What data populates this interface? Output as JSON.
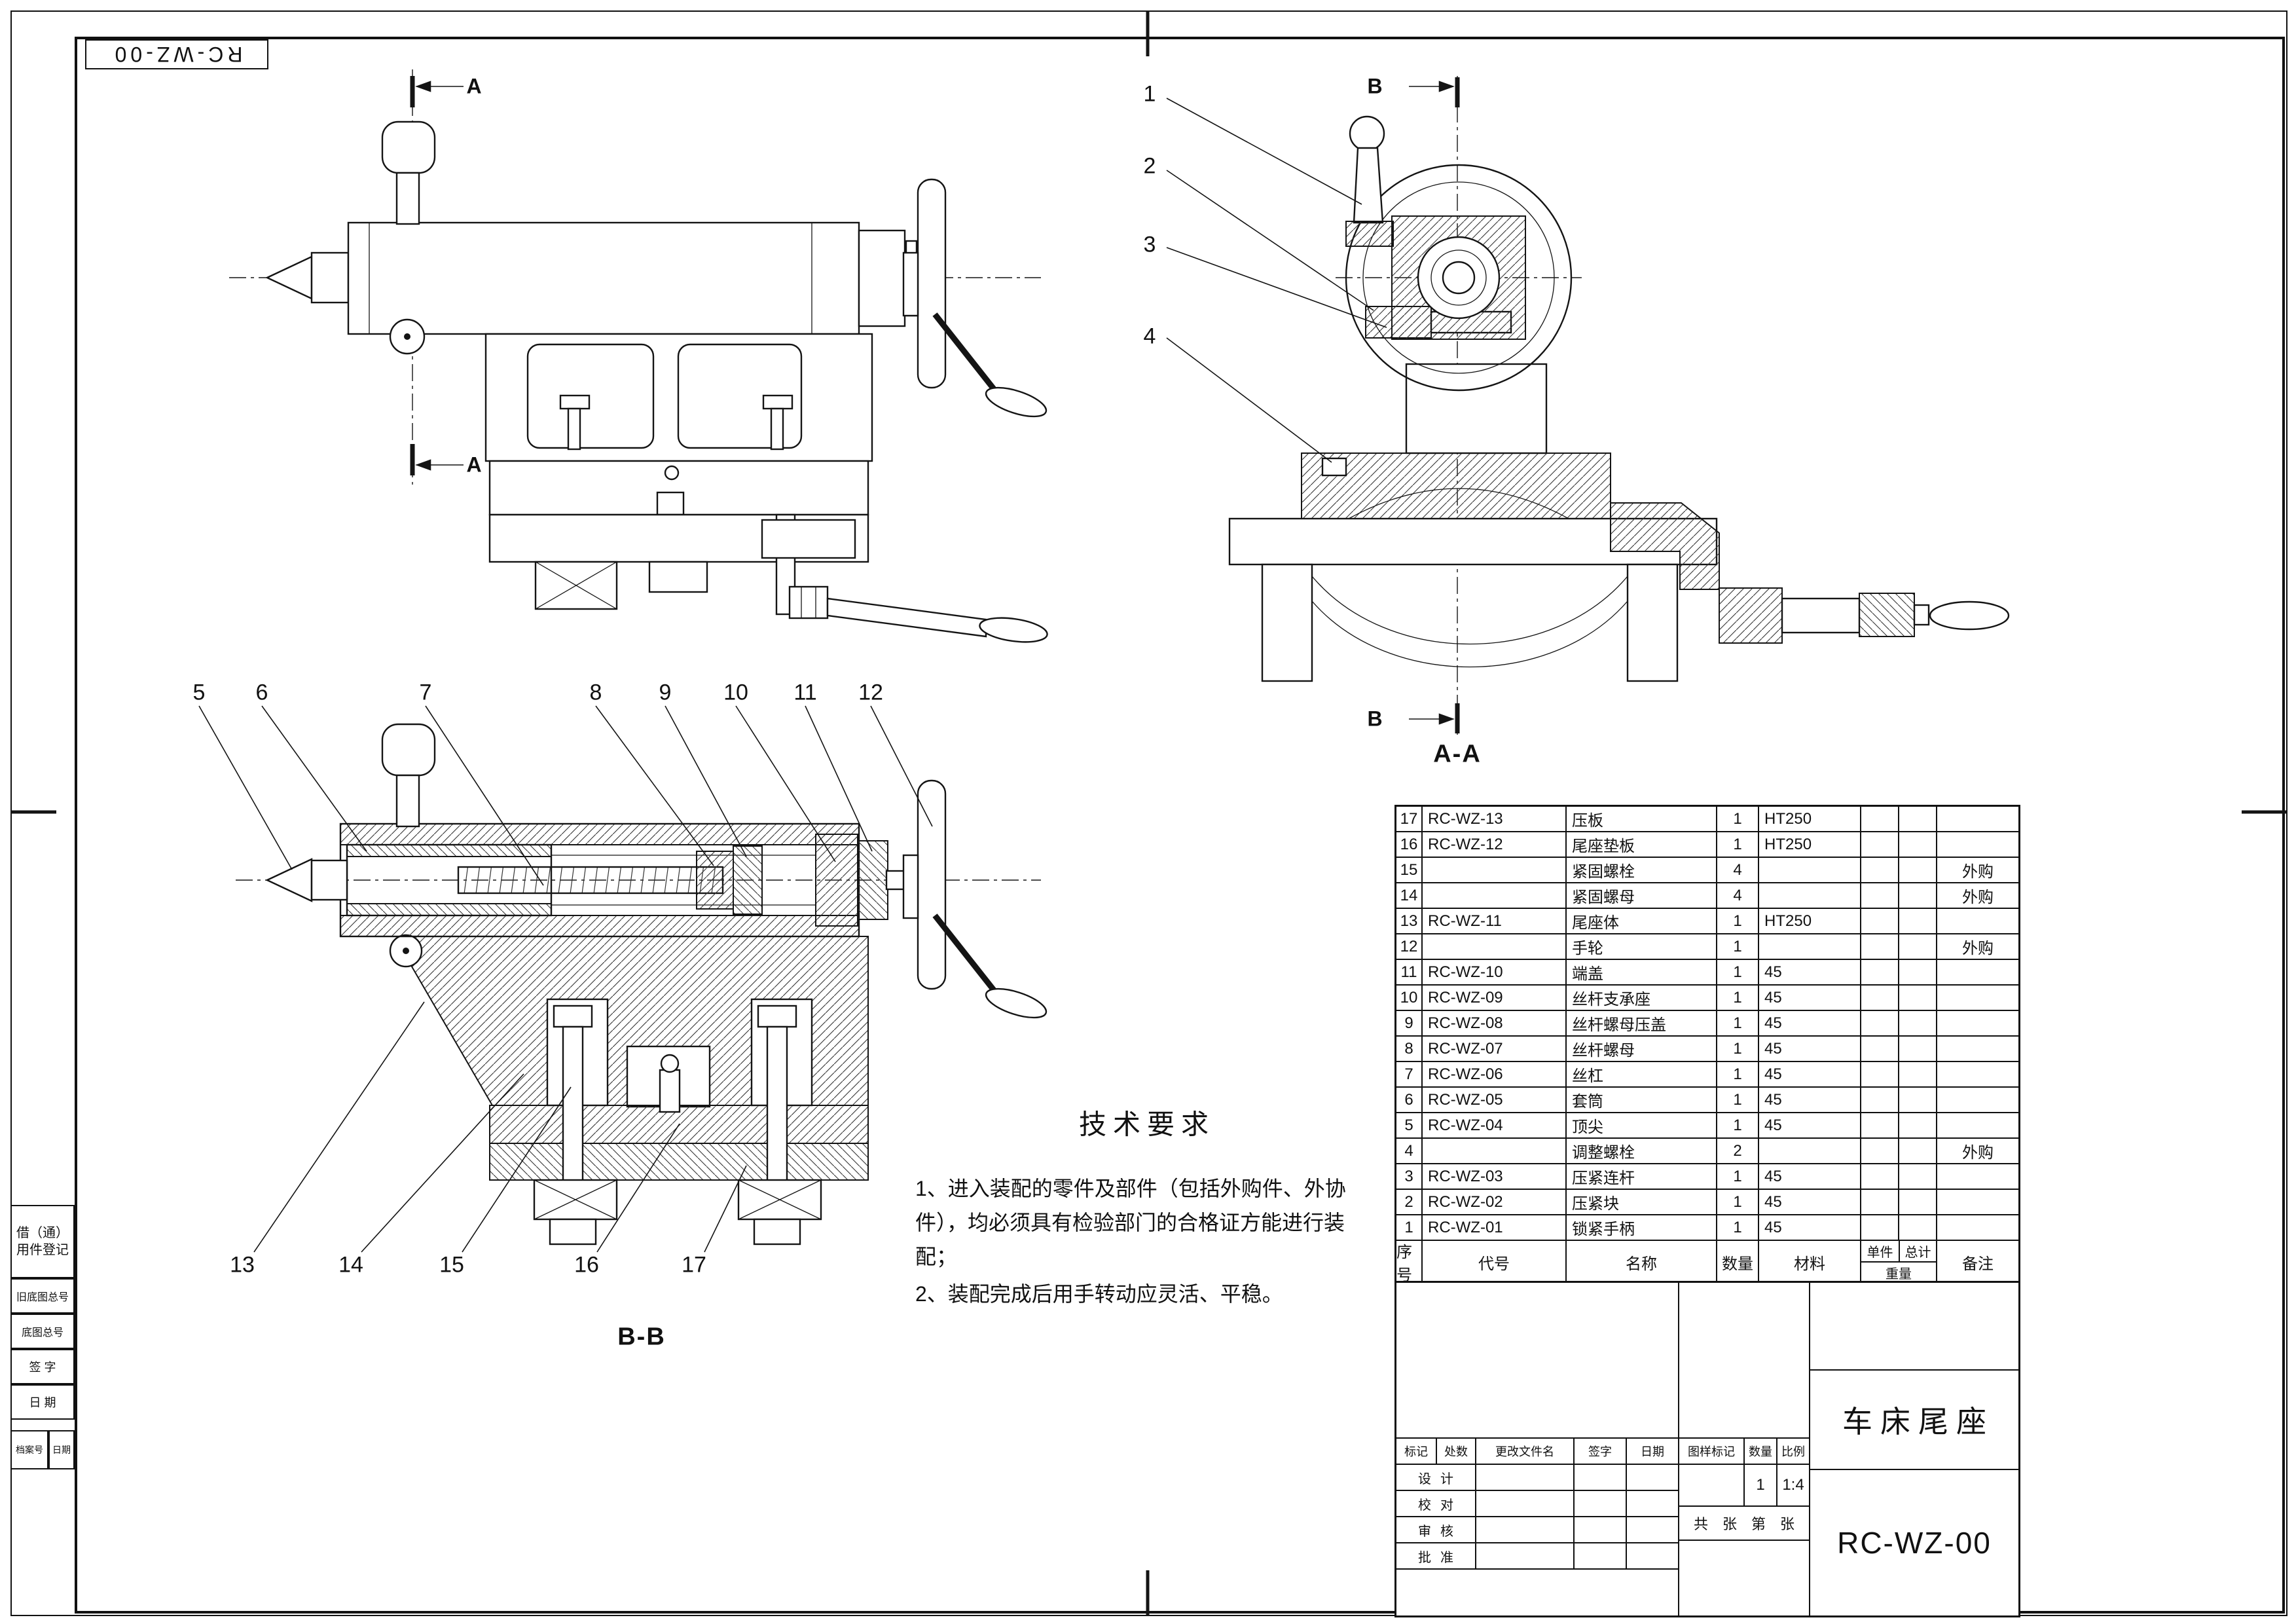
{
  "corner_code": "RC-WZ-00",
  "left_strip": {
    "reuse": "借（通）用件登记",
    "old_base": "旧底图总号",
    "base": "底图总号",
    "sign": "签 字",
    "date": "日 期",
    "archive_no": "档案号",
    "archive_date": "日期"
  },
  "views": {
    "front": {
      "section_letter": "A"
    },
    "aa": {
      "label": "A-A",
      "section_letter": "B",
      "callouts": [
        "1",
        "2",
        "3",
        "4"
      ]
    },
    "bb": {
      "label": "B-B",
      "callouts_top": [
        "5",
        "6",
        "7",
        "8",
        "9",
        "10",
        "11",
        "12"
      ],
      "callouts_bottom": [
        "13",
        "14",
        "15",
        "16",
        "17"
      ]
    }
  },
  "tech_req": {
    "title": "技术要求",
    "items": [
      "1、进入装配的零件及部件（包括外购件、外协件），均必须具有检验部门的合格证方能进行装配；",
      "2、装配完成后用手转动应灵活、平稳。"
    ]
  },
  "bom": {
    "headers": {
      "seq": "序号",
      "code": "代号",
      "name": "名称",
      "qty": "数量",
      "material": "材料",
      "unit": "单件",
      "total": "总计",
      "weight": "重量",
      "remark": "备注"
    },
    "rows": [
      {
        "seq": "17",
        "code": "RC-WZ-13",
        "name": "压板",
        "qty": "1",
        "material": "HT250",
        "remark": ""
      },
      {
        "seq": "16",
        "code": "RC-WZ-12",
        "name": "尾座垫板",
        "qty": "1",
        "material": "HT250",
        "remark": ""
      },
      {
        "seq": "15",
        "code": "",
        "name": "紧固螺栓",
        "qty": "4",
        "material": "",
        "remark": "外购"
      },
      {
        "seq": "14",
        "code": "",
        "name": "紧固螺母",
        "qty": "4",
        "material": "",
        "remark": "外购"
      },
      {
        "seq": "13",
        "code": "RC-WZ-11",
        "name": "尾座体",
        "qty": "1",
        "material": "HT250",
        "remark": ""
      },
      {
        "seq": "12",
        "code": "",
        "name": "手轮",
        "qty": "1",
        "material": "",
        "remark": "外购"
      },
      {
        "seq": "11",
        "code": "RC-WZ-10",
        "name": "端盖",
        "qty": "1",
        "material": "45",
        "remark": ""
      },
      {
        "seq": "10",
        "code": "RC-WZ-09",
        "name": "丝杆支承座",
        "qty": "1",
        "material": "45",
        "remark": ""
      },
      {
        "seq": "9",
        "code": "RC-WZ-08",
        "name": "丝杆螺母压盖",
        "qty": "1",
        "material": "45",
        "remark": ""
      },
      {
        "seq": "8",
        "code": "RC-WZ-07",
        "name": "丝杆螺母",
        "qty": "1",
        "material": "45",
        "remark": ""
      },
      {
        "seq": "7",
        "code": "RC-WZ-06",
        "name": "丝杠",
        "qty": "1",
        "material": "45",
        "remark": ""
      },
      {
        "seq": "6",
        "code": "RC-WZ-05",
        "name": "套筒",
        "qty": "1",
        "material": "45",
        "remark": ""
      },
      {
        "seq": "5",
        "code": "RC-WZ-04",
        "name": "顶尖",
        "qty": "1",
        "material": "45",
        "remark": ""
      },
      {
        "seq": "4",
        "code": "",
        "name": "调整螺栓",
        "qty": "2",
        "material": "",
        "remark": "外购"
      },
      {
        "seq": "3",
        "code": "RC-WZ-03",
        "name": "压紧连杆",
        "qty": "1",
        "material": "45",
        "remark": ""
      },
      {
        "seq": "2",
        "code": "RC-WZ-02",
        "name": "压紧块",
        "qty": "1",
        "material": "45",
        "remark": ""
      },
      {
        "seq": "1",
        "code": "RC-WZ-01",
        "name": "锁紧手柄",
        "qty": "1",
        "material": "45",
        "remark": ""
      }
    ]
  },
  "title_block": {
    "rev_headers": [
      "标记",
      "处数",
      "更改文件名",
      "签字",
      "日期"
    ],
    "roles": [
      "设计",
      "校对",
      "审核",
      "批准"
    ],
    "stamp": {
      "mark_label": "图样标记",
      "qty_label": "数量",
      "scale_label": "比例",
      "qty_value": "1",
      "scale_value": "1:4",
      "sheets": "共　张　第　张"
    },
    "product": "车床尾座",
    "drawing_no": "RC-WZ-00"
  }
}
